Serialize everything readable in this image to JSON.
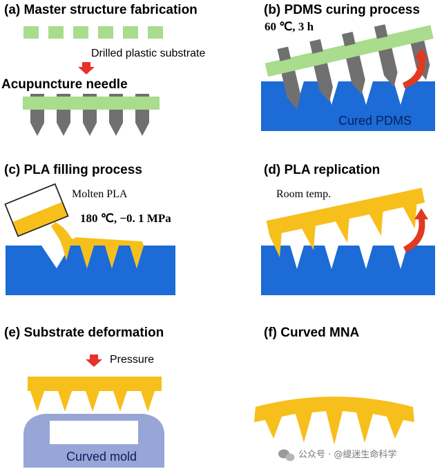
{
  "colors": {
    "green": "#a9dc8c",
    "needle": "#707070",
    "pdms_blue": "#1c6bd6",
    "pla_yellow": "#f7bf1c",
    "mold_blue": "#97a6d7",
    "arrow_red": "#e8312a",
    "curved_arrow": "#e03a20"
  },
  "panels": {
    "a": {
      "title": "(a) Master structure fabrication",
      "substrate_label": "Drilled plastic substrate",
      "needle_label": "Acupuncture needle"
    },
    "b": {
      "title": "(b) PDMS curing process",
      "condition": "60 ℃, 3 h",
      "pdms_label": "Cured PDMS"
    },
    "c": {
      "title": "(c) PLA filling process",
      "molten_label": "Molten PLA",
      "condition": "180 ℃, −0. 1 MPa"
    },
    "d": {
      "title": "(d) PLA replication",
      "condition": "Room temp."
    },
    "e": {
      "title": "(e) Substrate deformation",
      "pressure_label": "Pressure",
      "mold_label": "Curved mold"
    },
    "f": {
      "title": "(f) Curved MNA"
    }
  },
  "watermark": "公众号 · @缇迷生命科学"
}
